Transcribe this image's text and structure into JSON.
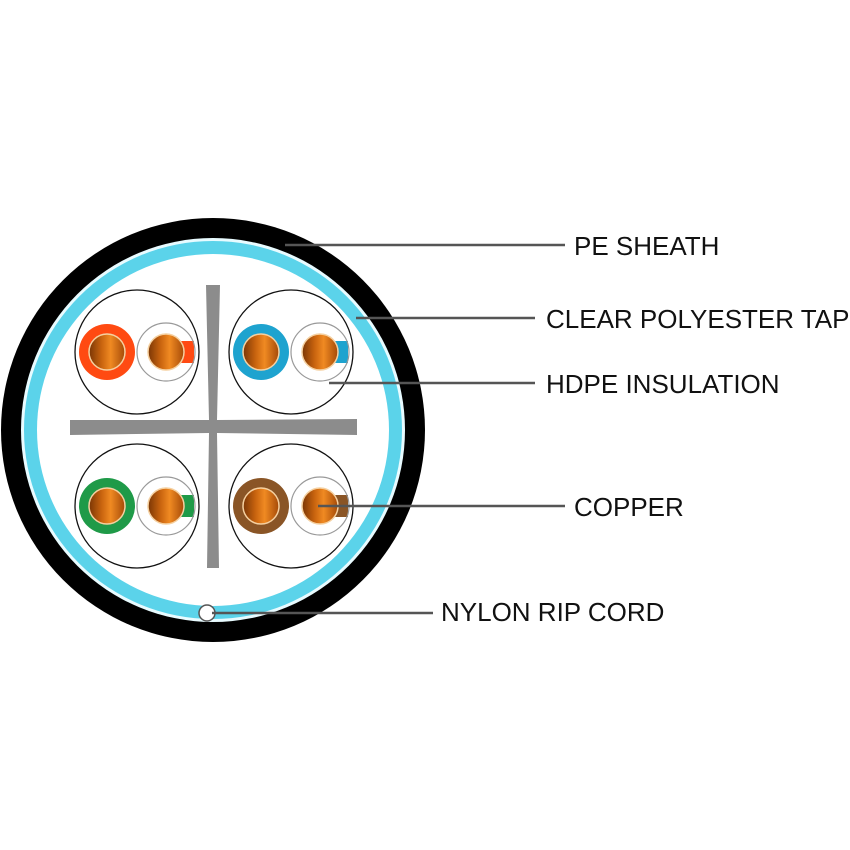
{
  "labels": {
    "pe_sheath": "PE SHEATH",
    "polyester_tape": "CLEAR POLYESTER TAPE",
    "hdpe_insulation": "HDPE INSULATION",
    "copper": "COPPER",
    "rip_cord": "NYLON RIP CORD"
  },
  "colors": {
    "sheath": "#000000",
    "tape": "#5bd3ea",
    "separator": "#8c8c8c",
    "copper": "#c9640f",
    "pairs": [
      "#ff4a12",
      "#1ea3cf",
      "#1f9a48",
      "#8a5526"
    ],
    "leader": "#555555"
  }
}
